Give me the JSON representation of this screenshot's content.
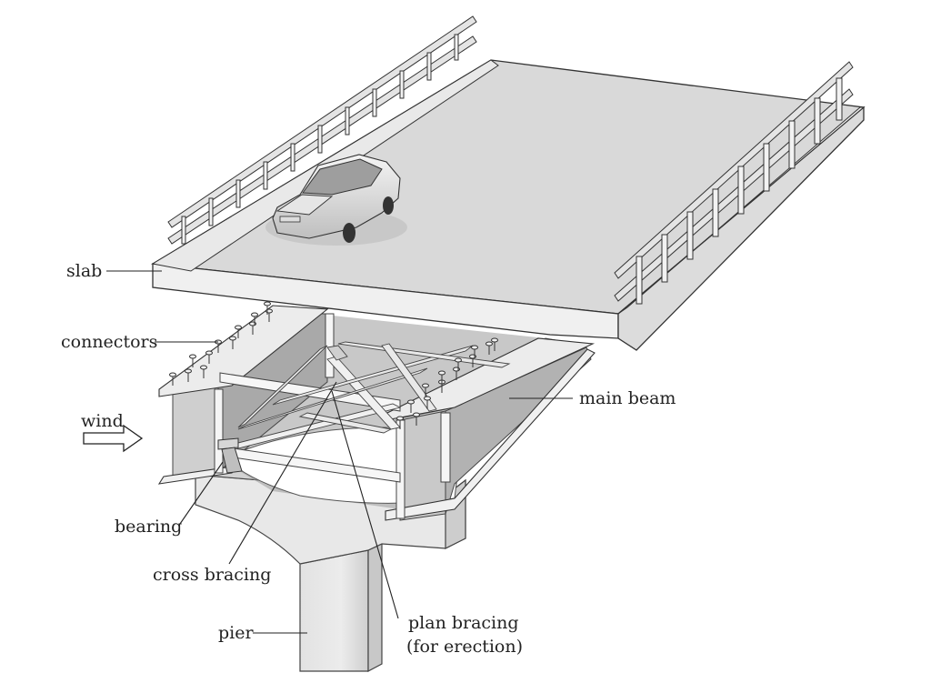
{
  "labels": {
    "slab": "slab",
    "connectors": "connectors",
    "main_beam": "main beam",
    "wind": "wind",
    "bearing": "bearing",
    "cross_bracing": "cross bracing",
    "pier": "pier",
    "plan_bracing_line1": "plan bracing",
    "plan_bracing_line2": "(for erection)"
  },
  "colors": {
    "deck_top": "#d9d9d9",
    "deck_edge": "#efefef",
    "steel_light": "#f2f2f2",
    "steel_mid": "#c4c4c4",
    "steel_dark": "#8c8c8c",
    "concrete": "#e6e6e6",
    "line": "#3a3a3a"
  },
  "icons": {
    "vehicle": "car-icon",
    "wind_arrow": "arrow-right-outline-icon"
  }
}
